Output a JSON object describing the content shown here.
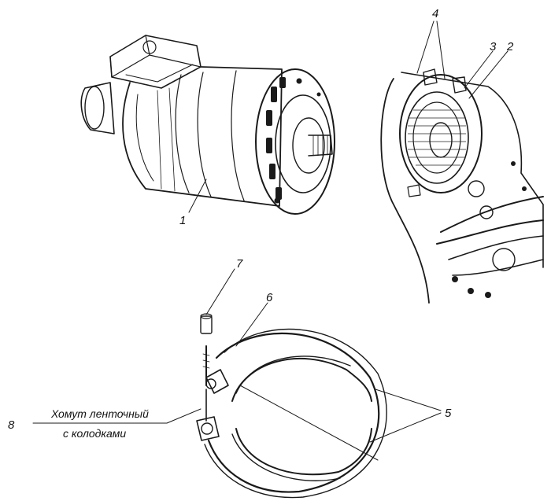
{
  "callouts": {
    "c1": "1",
    "c2": "2",
    "c3": "3",
    "c4": "4",
    "c5": "5",
    "c6": "6",
    "c7": "7",
    "c8": "8"
  },
  "caption": {
    "line1": "Хомут ленточный",
    "line2": "с колодками"
  },
  "icons": {
    "motor": "generator-motor-illustration",
    "mount": "engine-mount-illustration",
    "clamp": "band-clamp-illustration"
  }
}
